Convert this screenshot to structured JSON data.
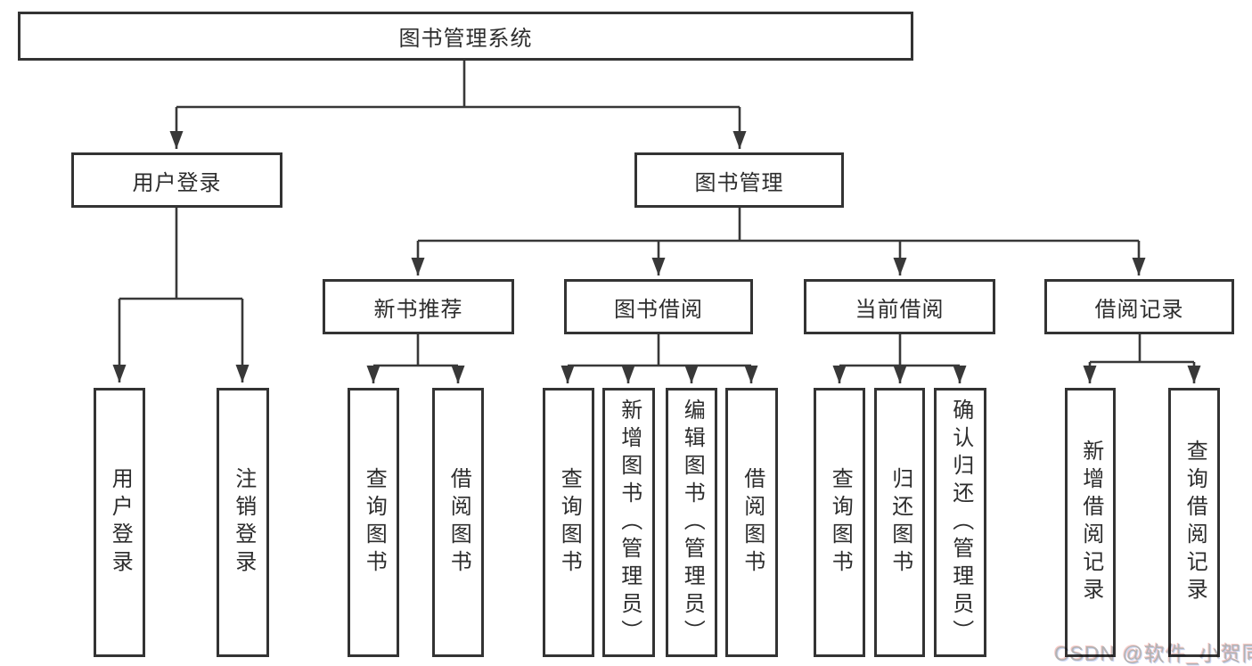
{
  "diagram": {
    "root": {
      "label": "图书管理系统"
    },
    "branches": [
      {
        "label": "用户登录",
        "children": [
          {
            "label": "用户登录"
          },
          {
            "label": "注销登录"
          }
        ]
      },
      {
        "label": "图书管理",
        "children": [
          {
            "label": "新书推荐",
            "children": [
              {
                "label": "查询图书"
              },
              {
                "label": "借阅图书"
              }
            ]
          },
          {
            "label": "图书借阅",
            "children": [
              {
                "label": "查询图书"
              },
              {
                "label": "新增图书（管理员）"
              },
              {
                "label": "编辑图书（管理员）"
              },
              {
                "label": "借阅图书"
              }
            ]
          },
          {
            "label": "当前借阅",
            "children": [
              {
                "label": "查询图书"
              },
              {
                "label": "归还图书"
              },
              {
                "label": "确认归还（管理员）"
              }
            ]
          },
          {
            "label": "借阅记录",
            "children": [
              {
                "label": "新增借阅记录"
              },
              {
                "label": "查询借阅记录"
              }
            ]
          }
        ]
      }
    ]
  },
  "watermark": {
    "text": "CSDN @软件_小贺同学"
  },
  "colors": {
    "background": "#ffffff",
    "box_border": "#333333",
    "line": "#383838",
    "text": "#2d2d2d",
    "watermark": "#b3b3b3"
  }
}
